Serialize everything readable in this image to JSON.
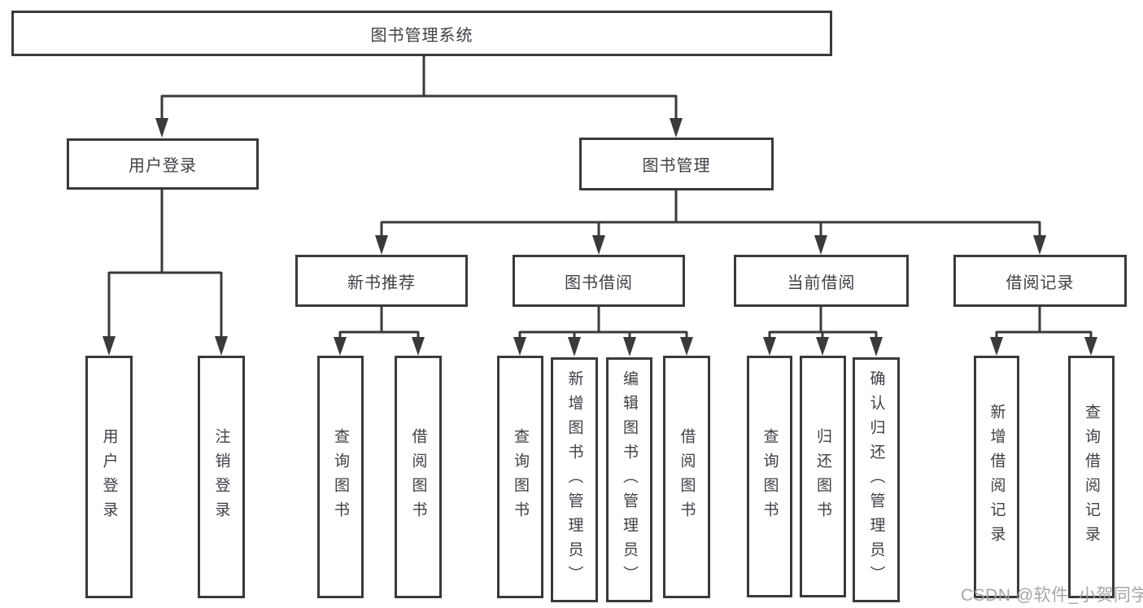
{
  "title": {
    "label": "图书管理系统"
  },
  "level2": {
    "user_login": {
      "label": "用户登录"
    },
    "book_mgmt": {
      "label": "图书管理"
    }
  },
  "level3": {
    "new_book": {
      "label": "新书推荐"
    },
    "book_borrow": {
      "label": "图书借阅"
    },
    "current_borrow": {
      "label": "当前借阅"
    },
    "borrow_record": {
      "label": "借阅记录"
    }
  },
  "leaves": {
    "user_login": {
      "label": "用户登录"
    },
    "logout": {
      "label": "注销登录"
    },
    "nb_query": {
      "label": "查询图书"
    },
    "nb_borrow": {
      "label": "借阅图书"
    },
    "bb_query": {
      "label": "查询图书"
    },
    "bb_add": {
      "label": "新增图书（管理员）"
    },
    "bb_edit": {
      "label": "编辑图书（管理员）"
    },
    "bb_borrow": {
      "label": "借阅图书"
    },
    "cb_query": {
      "label": "查询图书"
    },
    "cb_return": {
      "label": "归还图书"
    },
    "cb_confirm": {
      "label": "确认归还（管理员）"
    },
    "br_add": {
      "label": "新增借阅记录"
    },
    "br_query": {
      "label": "查询借阅记录"
    }
  },
  "watermark": {
    "text": "CSDN @软件_小贺同学"
  },
  "colors": {
    "line": "#3a3a3a",
    "text": "#3f3f46",
    "watermark": "#9e9e9e",
    "background": "#ffffff"
  }
}
